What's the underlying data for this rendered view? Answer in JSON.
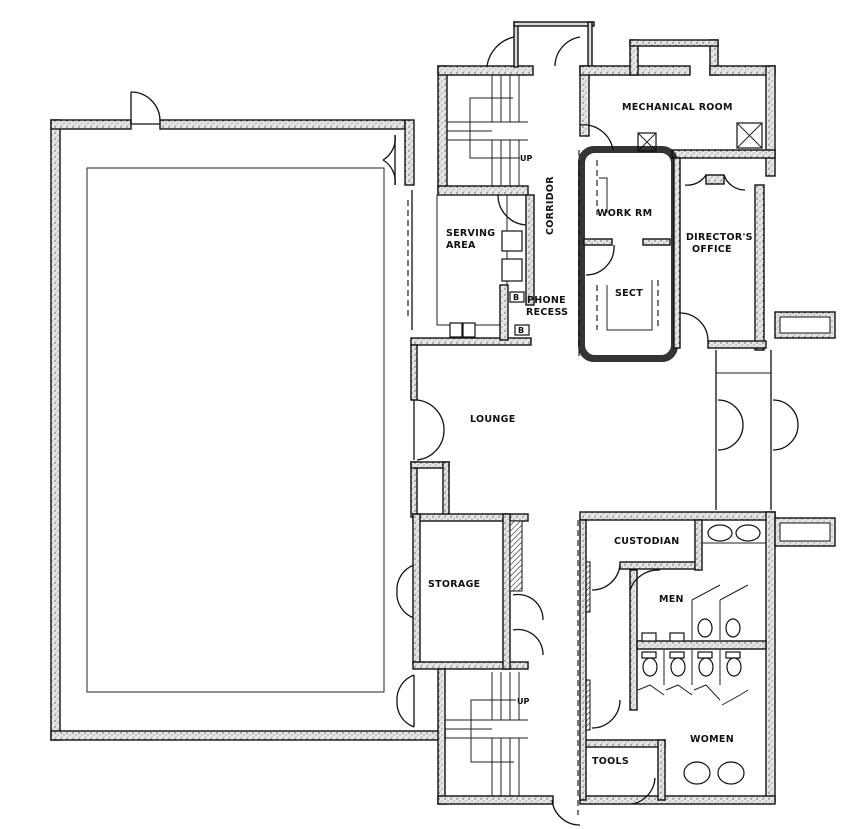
{
  "plan": {
    "type": "architectural floor plan",
    "rooms": [
      {
        "id": "mechanical",
        "label": "MECHANICAL ROOM"
      },
      {
        "id": "serving",
        "label_line1": "SERVING",
        "label_line2": "AREA"
      },
      {
        "id": "phone",
        "label_line1": "PHONE",
        "label_line2": "RECESS"
      },
      {
        "id": "corridor",
        "label": "CORRIDOR"
      },
      {
        "id": "workroom",
        "label": "WORK RM"
      },
      {
        "id": "sect",
        "label": "SECT"
      },
      {
        "id": "director",
        "label_line1": "DIRECTOR'S",
        "label_line2": "OFFICE"
      },
      {
        "id": "lounge",
        "label": "LOUNGE"
      },
      {
        "id": "storage",
        "label": "STORAGE"
      },
      {
        "id": "custodian",
        "label": "CUSTODIAN"
      },
      {
        "id": "men",
        "label": "MEN"
      },
      {
        "id": "women",
        "label": "WOMEN"
      },
      {
        "id": "tools",
        "label": "TOOLS"
      }
    ],
    "stair_labels": {
      "upper": "UP",
      "lower": "UP"
    },
    "fixture_labels": {
      "phone_b1": "B",
      "phone_b2": "B"
    }
  }
}
